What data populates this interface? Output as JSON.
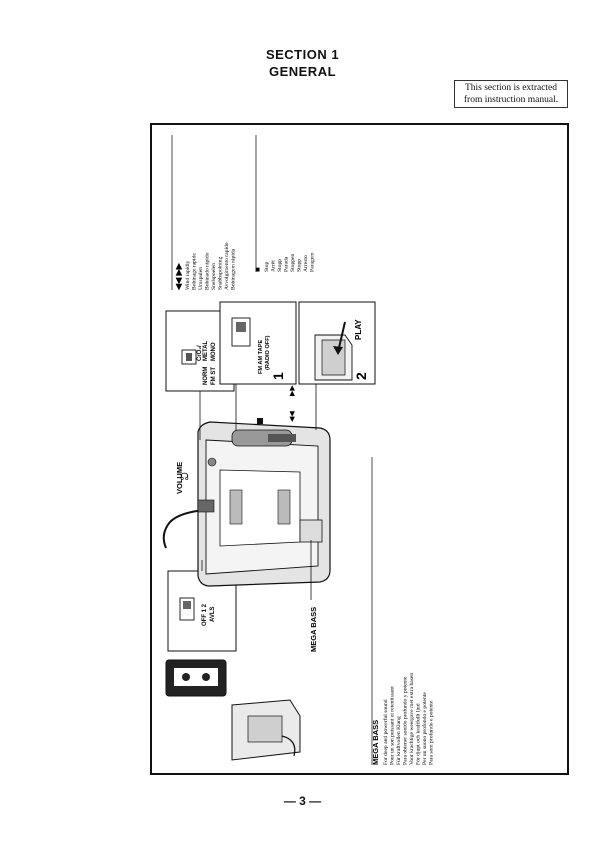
{
  "header": {
    "section": "SECTION 1",
    "title": "GENERAL"
  },
  "note": {
    "line1": "This section is extracted",
    "line2": "from instruction manual."
  },
  "diagram": {
    "volume_label": "VOLUME",
    "mega_bass_label": "MEGA BASS",
    "play_label": "PLAY",
    "step1": "1",
    "step2": "2",
    "tape_switch": {
      "norm": "NORM",
      "crv": "CrO₂/",
      "metal": "METAL",
      "fmst": "FM ST",
      "mono": "MONO"
    },
    "radio_switch": {
      "bands": "FM AM TAPE",
      "off": "(RADIO OFF)"
    },
    "avls_switch": {
      "positions": "OFF 1  2",
      "label": "AVLS"
    },
    "rewind_ff": {
      "symbol": "◀◀  ▶▶",
      "lines": [
        "Wind rapidly",
        "Bobinage rapide",
        "Umspulen",
        "Bobinado rápido",
        "Snelspoelen",
        "Snabbspolning",
        "Avvolgimento rapido",
        "Bobinagem rápida"
      ]
    },
    "stop": {
      "symbol": "■",
      "lines": [
        "Stop",
        "Arrêt",
        "Stopp",
        "Parada",
        "Stoppen",
        "Stopp",
        "Arresto",
        "Paragem"
      ]
    },
    "mega_bass_text": {
      "heading": "MEGA BASS",
      "lines": [
        "For deep and powerful sound",
        "Pour un son puissant et retentissant",
        "Für kraftvollen Klang",
        "Para obtener sonido profundo y potente",
        "Voor krachtige weergave met extra basen",
        "För djupt och kraftfullt ljud",
        "Per un suono profondo e potente",
        "Para som profundo e potente"
      ]
    }
  },
  "footer": {
    "page": "— 3 —"
  }
}
